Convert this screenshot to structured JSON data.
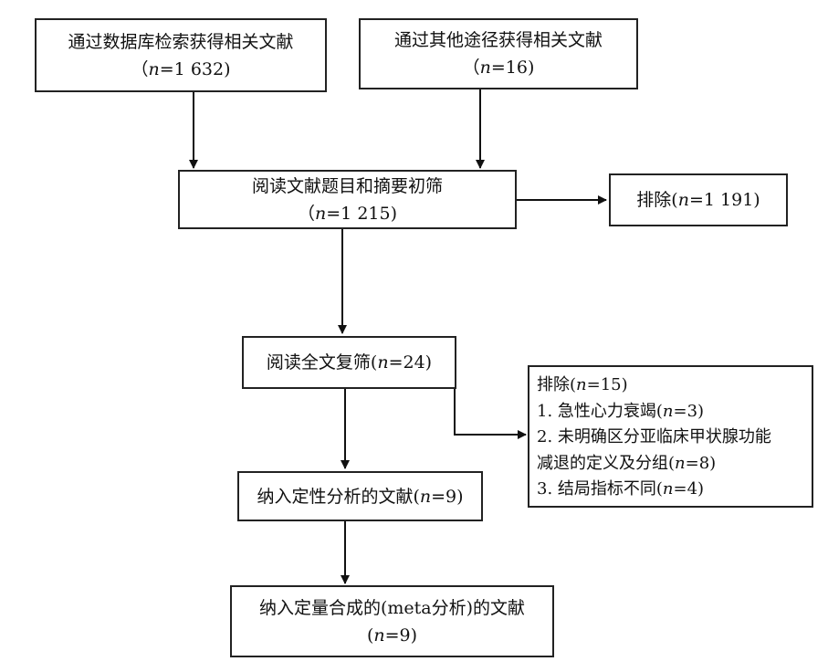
{
  "boxes": {
    "db_search": {
      "title": "通过数据库检索获得相关文献",
      "n_prefix": "（",
      "n_value": "=1 632)"
    },
    "other_source": {
      "title": "通过其他途径获得相关文献",
      "n_prefix": "（",
      "n_value": "=16)"
    },
    "title_abstract_screen": {
      "title": "阅读文献题目和摘要初筛",
      "n_prefix": "（",
      "n_value": "=1 215)"
    },
    "excluded_first": {
      "label": "排除(",
      "n_value": "=1 191)"
    },
    "fulltext_screen": {
      "label": "阅读全文复筛(",
      "n_value": "=24)"
    },
    "excluded_second": {
      "header_label": "排除(",
      "header_n": "=15)",
      "reasons": [
        {
          "text": "1. 急性心力衰竭(",
          "n": "=3)"
        },
        {
          "text": "2. 未明确区分亚临床甲状腺功能",
          "n": ""
        },
        {
          "text": "减退的定义及分组(",
          "n": "=8)"
        },
        {
          "text": "3. 结局指标不同(",
          "n": "=4)"
        }
      ]
    },
    "qualitative": {
      "label": "纳入定性分析的文献(",
      "n_value": "=9)"
    },
    "meta": {
      "title": "纳入定量合成的(meta分析)的文献",
      "n_prefix": "(",
      "n_value": "=9)"
    }
  },
  "n_symbol": "n"
}
